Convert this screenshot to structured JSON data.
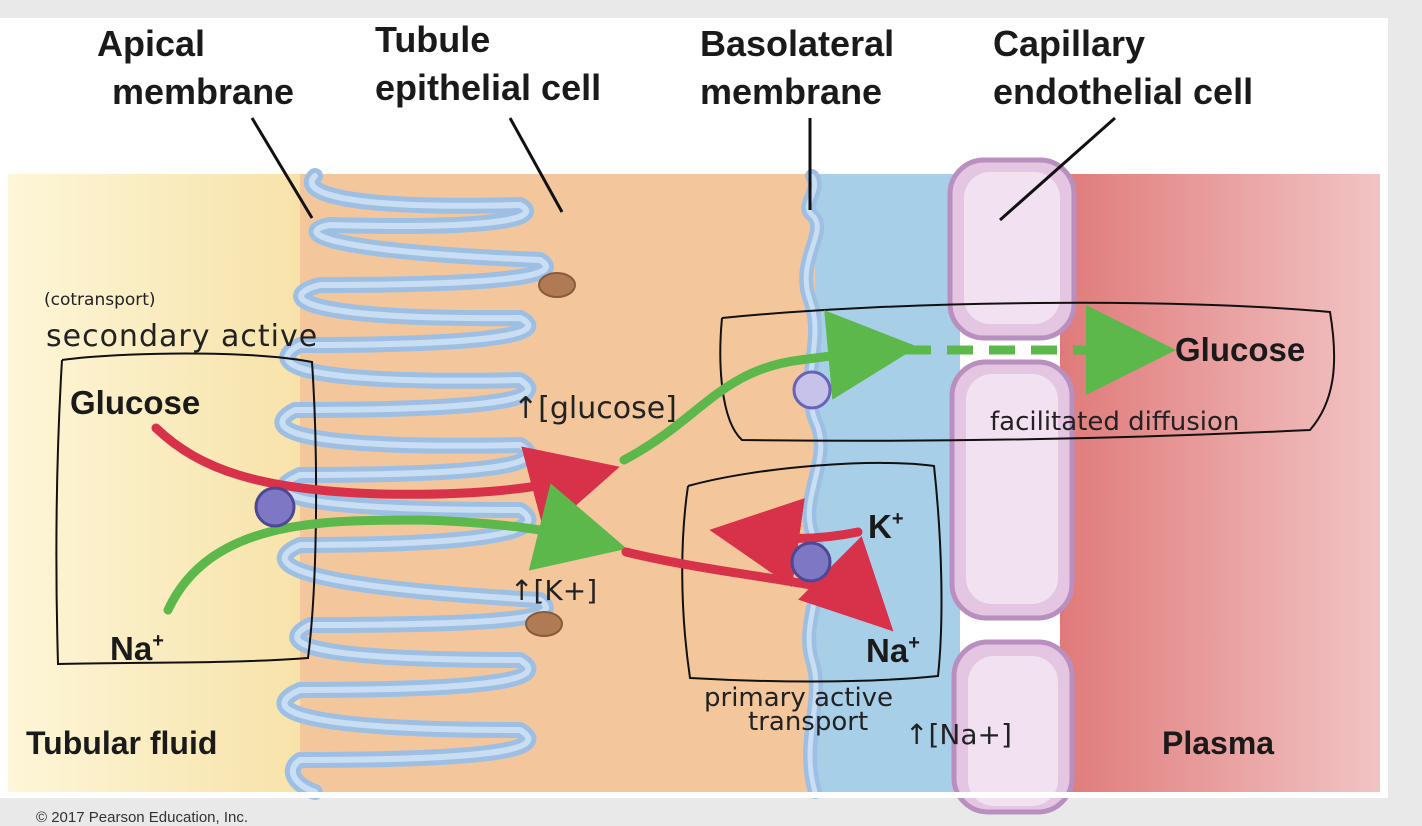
{
  "labels": {
    "apical_line1": "Apical",
    "apical_line2": "membrane",
    "tubule_line1": "Tubule",
    "tubule_line2": "epithelial cell",
    "basolateral_line1": "Basolateral",
    "basolateral_line2": "membrane",
    "capillary_line1": "Capillary",
    "capillary_line2": "endothelial cell",
    "tubular_fluid": "Tubular fluid",
    "plasma": "Plasma",
    "glucose_left": "Glucose",
    "na_left": "Na",
    "glucose_right": "Glucose",
    "k_right": "K",
    "na_right": "Na",
    "plus": "+"
  },
  "annotations": {
    "cotransport": "(cotransport)",
    "secondary_active": "secondary active",
    "glucose_conc": "↑[glucose]",
    "k_conc": "↑[K+]",
    "facilitated": "facilitated diffusion",
    "primary_line1": "primary active",
    "primary_line2": "transport",
    "na_conc": "↑[Na+]"
  },
  "copyright": "© 2017 Pearson Education, Inc.",
  "colors": {
    "tubular_fluid": "#fbeec4",
    "cell": "#f3c79b",
    "membrane": "#a9c8ea",
    "interstitial": "#a8cfe8",
    "endothelial": "#e4c6e2",
    "plasma": "#e88a8a",
    "green_arrow": "#5cb84a",
    "red_arrow": "#d8324a",
    "transporter": "#7e78c4"
  }
}
